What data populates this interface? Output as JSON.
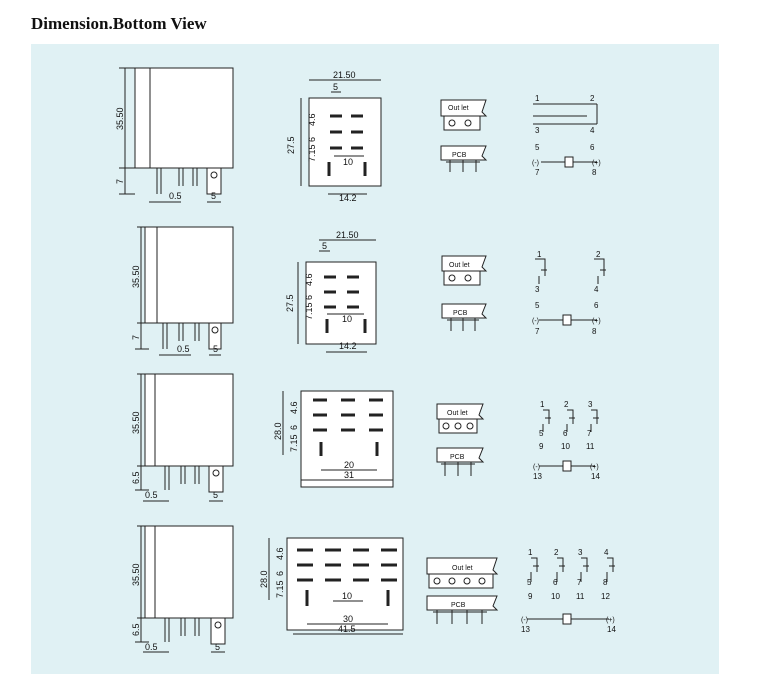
{
  "page": {
    "title": "Dimension.Bottom View"
  },
  "colors": {
    "panel": "#e0f1f4",
    "relay_body": "#ffffff",
    "line": "#222222"
  },
  "rows": [
    {
      "side": {
        "height": "35.50",
        "pin_len": "7",
        "pin_w": "0.5",
        "pitch": "5"
      },
      "bottom": {
        "width": "21.50",
        "height": "27.5",
        "pin_pitch": "5",
        "row1": "4.6",
        "row2": "6",
        "row3": "7.15",
        "span": "10",
        "base": "14.2"
      },
      "outlet_label": "Out let",
      "pcb_label": "PCB",
      "schematic": {
        "top_left": "1",
        "top_right": "2",
        "mid_left": "3",
        "mid_right": "4",
        "left5": "5",
        "right6": "6",
        "coil_l": "7",
        "coil_r": "8",
        "minus": "(-)",
        "plus": "(+)"
      }
    },
    {
      "side": {
        "height": "35.50",
        "pin_len": "7",
        "pin_w": "0.5",
        "pitch": "5"
      },
      "bottom": {
        "width": "21.50",
        "height": "27.5",
        "pin_pitch": "5",
        "row1": "4.6",
        "row2": "6",
        "row3": "7.15",
        "span": "10",
        "base": "14.2"
      },
      "outlet_label": "Out let",
      "pcb_label": "PCB",
      "schematic": {
        "a1": "1",
        "a2": "2",
        "b1": "3",
        "b2": "4",
        "c1": "5",
        "c2": "6",
        "coil_l": "7",
        "coil_r": "8",
        "minus": "(-)",
        "plus": "(+)"
      }
    },
    {
      "side": {
        "height": "35.50",
        "pin_len": "6.5",
        "pin_w": "0.5",
        "pitch": "5"
      },
      "bottom": {
        "height": "28.0",
        "row1": "4.6",
        "row2": "6",
        "row3": "7.15",
        "span": "20",
        "base": "31"
      },
      "outlet_label": "Out let",
      "pcb_label": "PCB",
      "schematic": {
        "t": [
          "1",
          "2",
          "3"
        ],
        "m": [
          "5",
          "6",
          "7"
        ],
        "b": [
          "9",
          "10",
          "11"
        ],
        "coil_l": "13",
        "coil_r": "14",
        "minus": "(-)",
        "plus": "(+)"
      }
    },
    {
      "side": {
        "height": "35.50",
        "pin_len": "6.5",
        "pin_w": "0.5",
        "pitch": "5"
      },
      "bottom": {
        "height": "28.0",
        "row1": "4.6",
        "row2": "6",
        "row3": "7.15",
        "span": "10",
        "inner": "30",
        "base": "41.5"
      },
      "outlet_label": "Out let",
      "pcb_label": "PCB",
      "schematic": {
        "t": [
          "1",
          "2",
          "3",
          "4"
        ],
        "m": [
          "5",
          "6",
          "7",
          "8"
        ],
        "b": [
          "9",
          "10",
          "11",
          "12"
        ],
        "coil_l": "13",
        "coil_r": "14",
        "minus": "(-)",
        "plus": "(+)"
      }
    }
  ]
}
